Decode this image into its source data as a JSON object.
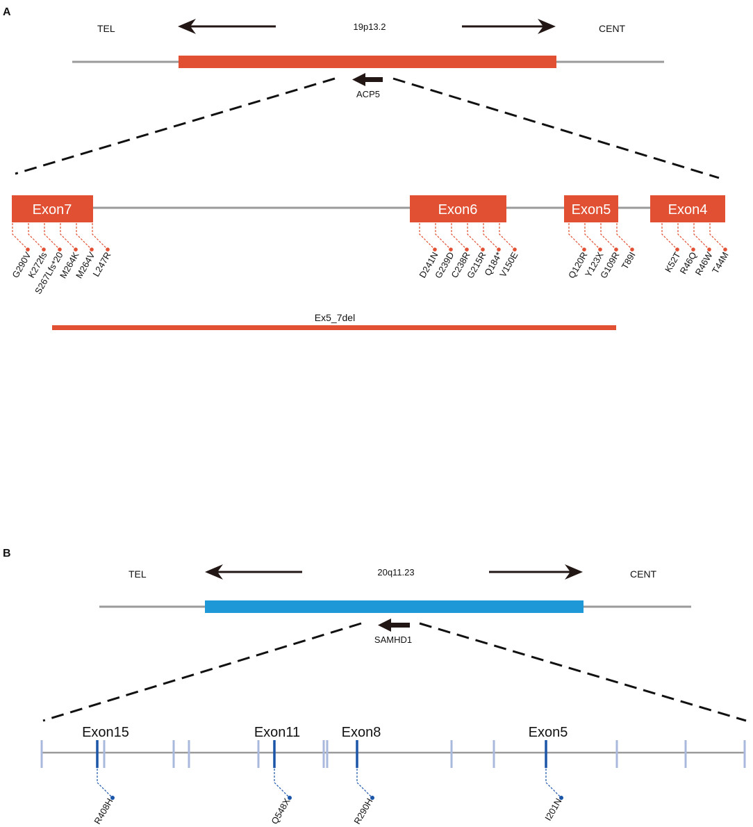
{
  "colors": {
    "acp5": "#e15032",
    "samhd1": "#1e98d6",
    "samhd1_dark": "#1a55a8",
    "samhd1_light": "#a9b9de",
    "line_gray": "#9a9a9a",
    "arrow": "#221714",
    "text": "#111111"
  },
  "panelA": {
    "label": "A",
    "tel": "TEL",
    "cent": "CENT",
    "band": "19p13.2",
    "gene": "ACP5",
    "deletion": "Ex5_7del",
    "exons": [
      {
        "label": "Exon7",
        "mutations": [
          "G290V",
          "K272fs",
          "S267Lfs*20",
          "M264K",
          "M264V",
          "L247R"
        ]
      },
      {
        "label": "Exon6",
        "mutations": [
          "D241N",
          "G239D",
          "C238R",
          "G215R",
          "Q184*",
          "V150E"
        ]
      },
      {
        "label": "Exon5",
        "mutations": [
          "Q120R",
          "Y123X",
          "G109R",
          "T89I"
        ]
      },
      {
        "label": "Exon4",
        "mutations": [
          "K52T",
          "R46Q",
          "R46W",
          "T44M"
        ]
      }
    ]
  },
  "panelB": {
    "label": "B",
    "tel": "TEL",
    "cent": "CENT",
    "band": "20q11.23",
    "gene": "SAMHD1",
    "exons": [
      {
        "label": "Exon15",
        "mutation": "R408H"
      },
      {
        "label": "Exon11",
        "mutation": "Q548X"
      },
      {
        "label": "Exon8",
        "mutation": "R290H"
      },
      {
        "label": "Exon5",
        "mutation": "I201N"
      }
    ]
  }
}
